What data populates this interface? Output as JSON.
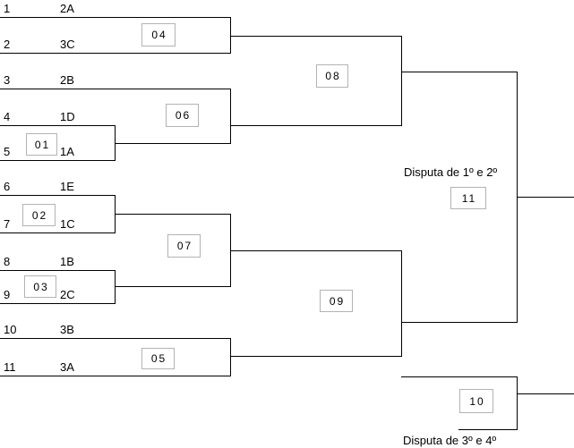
{
  "seeds": [
    {
      "num": "1",
      "team": "2A"
    },
    {
      "num": "2",
      "team": "3C"
    },
    {
      "num": "3",
      "team": "2B"
    },
    {
      "num": "4",
      "team": "1D"
    },
    {
      "num": "5",
      "team": "1A"
    },
    {
      "num": "6",
      "team": "1E"
    },
    {
      "num": "7",
      "team": "1C"
    },
    {
      "num": "8",
      "team": "1B"
    },
    {
      "num": "9",
      "team": "2C"
    },
    {
      "num": "10",
      "team": "3B"
    },
    {
      "num": "11",
      "team": "3A"
    }
  ],
  "matches": {
    "01": "01",
    "02": "02",
    "03": "03",
    "04": "04",
    "05": "05",
    "06": "06",
    "07": "07",
    "08": "08",
    "09": "09",
    "10": "10",
    "11": "11"
  },
  "captions": {
    "final_label": "Disputa de 1º e 2º",
    "third_place_label": "Disputa de 3º e 4º"
  },
  "colors": {
    "background": "#ffffff",
    "bracket_line": "#000000",
    "match_box_border": "#b3b3b3",
    "text": "#000000"
  }
}
